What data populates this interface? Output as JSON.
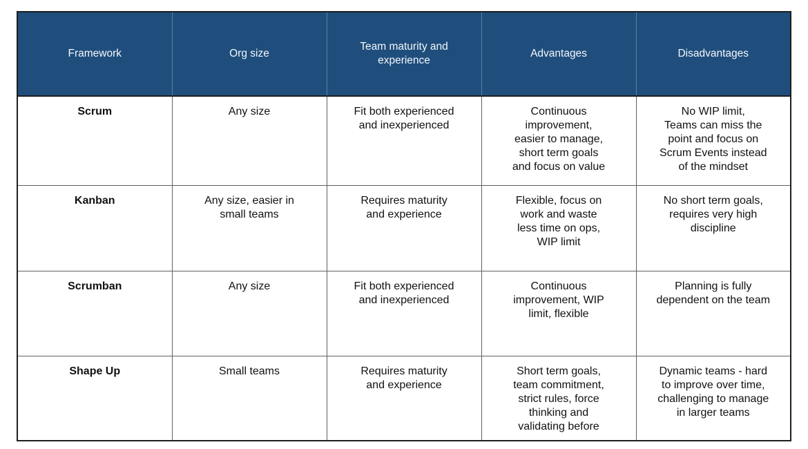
{
  "theme": {
    "header_bg": "#1f4e7d",
    "header_text": "#f4f7fa",
    "body_text": "#111111",
    "border_inner": "#5f5f5f",
    "border_outer": "#1d1d1d"
  },
  "table": {
    "headers": {
      "framework": "Framework",
      "org_size": "Org size",
      "maturity": "Team maturity and\nexperience",
      "advantages": "Advantages",
      "disadvantages": "Disadvantages"
    },
    "rows": [
      {
        "framework": "Scrum",
        "org_size": "Any size",
        "maturity": "Fit both experienced\nand inexperienced",
        "advantages": "Continuous\nimprovement,\neasier to manage,\nshort term goals\nand focus on value",
        "disadvantages": "No WIP limit,\nTeams can miss the\npoint and focus on\nScrum Events instead\nof the mindset"
      },
      {
        "framework": "Kanban",
        "org_size": "Any size, easier in\nsmall teams",
        "maturity": "Requires maturity\nand experience",
        "advantages": "Flexible, focus on\nwork and waste\nless time on ops,\nWIP limit",
        "disadvantages": "No short term goals,\nrequires very high\ndiscipline"
      },
      {
        "framework": "Scrumban",
        "org_size": "Any size",
        "maturity": "Fit both experienced\nand inexperienced",
        "advantages": "Continuous\nimprovement, WIP\nlimit, flexible",
        "disadvantages": "Planning is fully\ndependent on the team"
      },
      {
        "framework": "Shape Up",
        "org_size": "Small teams",
        "maturity": "Requires maturity\nand experience",
        "advantages": "Short term goals,\nteam commitment,\nstrict rules, force\nthinking and\nvalidating before",
        "disadvantages": "Dynamic teams - hard\nto improve over time,\nchallenging to manage\nin larger teams"
      }
    ]
  }
}
